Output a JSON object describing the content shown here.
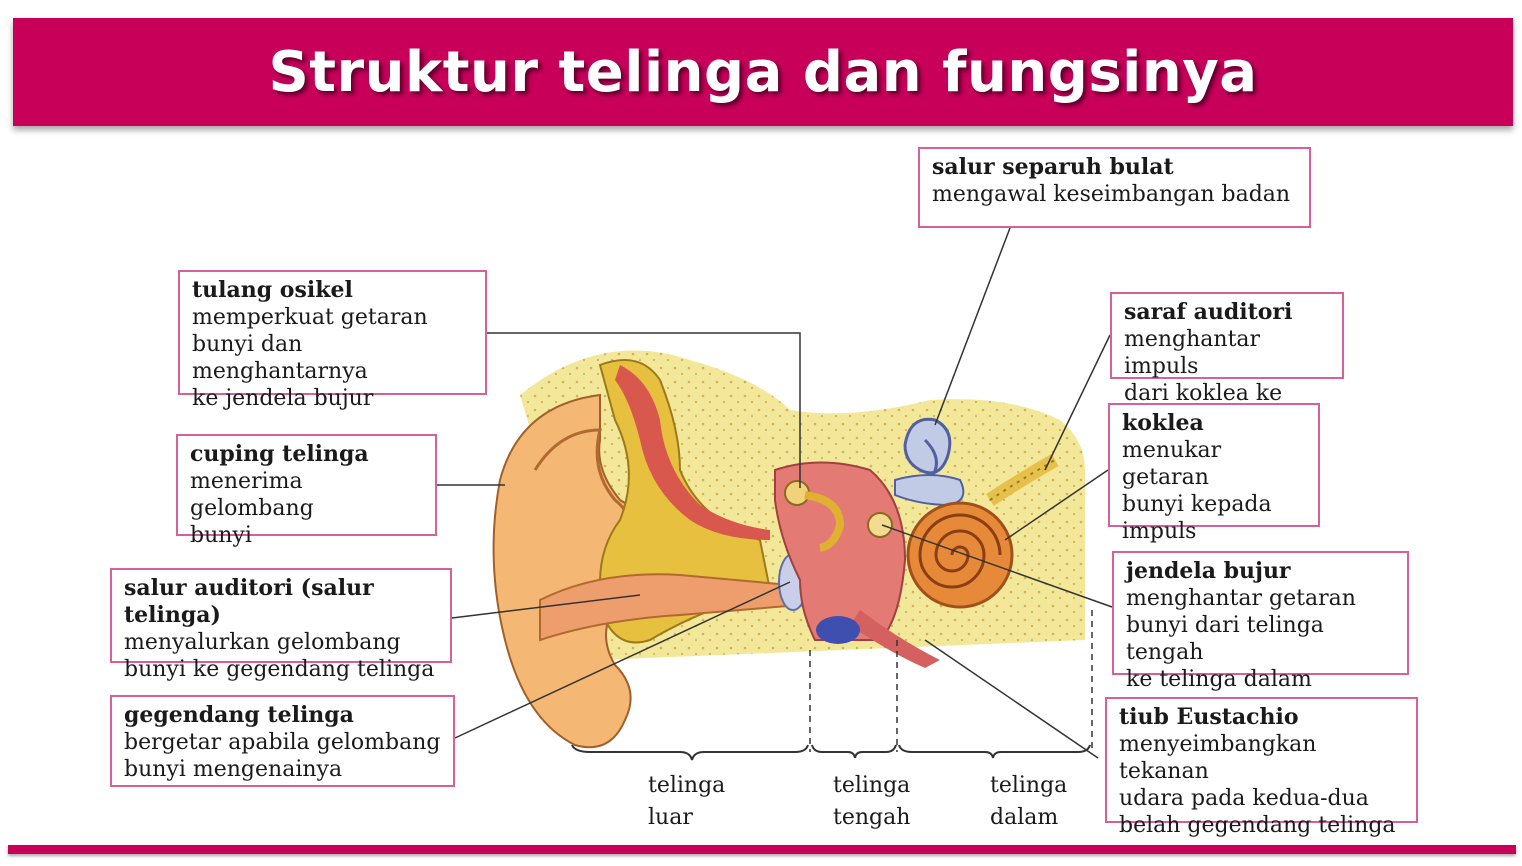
{
  "title": "Struktur telinga dan fungsinya",
  "labels": [
    {
      "name": "salur separuh bulat",
      "desc": [
        "mengawal keseimbangan badan"
      ]
    },
    {
      "name": "tulang osikel",
      "desc": [
        "memperkuat getaran",
        "bunyi dan menghantarnya",
        "ke jendela bujur"
      ]
    },
    {
      "name": "saraf auditori",
      "desc": [
        "menghantar impuls",
        "dari koklea ke otak"
      ]
    },
    {
      "name": "koklea",
      "desc": [
        "menukar getaran",
        "bunyi kepada",
        "impuls"
      ]
    },
    {
      "name": "cuping telinga",
      "desc": [
        "menerima gelombang",
        "bunyi"
      ]
    },
    {
      "name": "jendela bujur",
      "desc": [
        "menghantar getaran",
        "bunyi dari telinga tengah",
        "ke telinga dalam"
      ]
    },
    {
      "name": "salur auditori (salur telinga)",
      "desc": [
        "menyalurkan gelombang",
        "bunyi ke gegendang telinga"
      ]
    },
    {
      "name": "gegendang telinga",
      "desc": [
        "bergetar apabila gelombang",
        "bunyi mengenainya"
      ]
    },
    {
      "name": "tiub Eustachio",
      "desc": [
        "menyeimbangkan tekanan",
        "udara pada kedua-dua",
        "belah gegendang telinga"
      ]
    }
  ],
  "sections": [
    {
      "line1": "telinga",
      "line2": "luar"
    },
    {
      "line1": "telinga",
      "line2": "tengah"
    },
    {
      "line1": "telinga",
      "line2": "dalam"
    }
  ],
  "colors": {
    "banner": "#c8005a",
    "box_border": "#d8609a"
  }
}
